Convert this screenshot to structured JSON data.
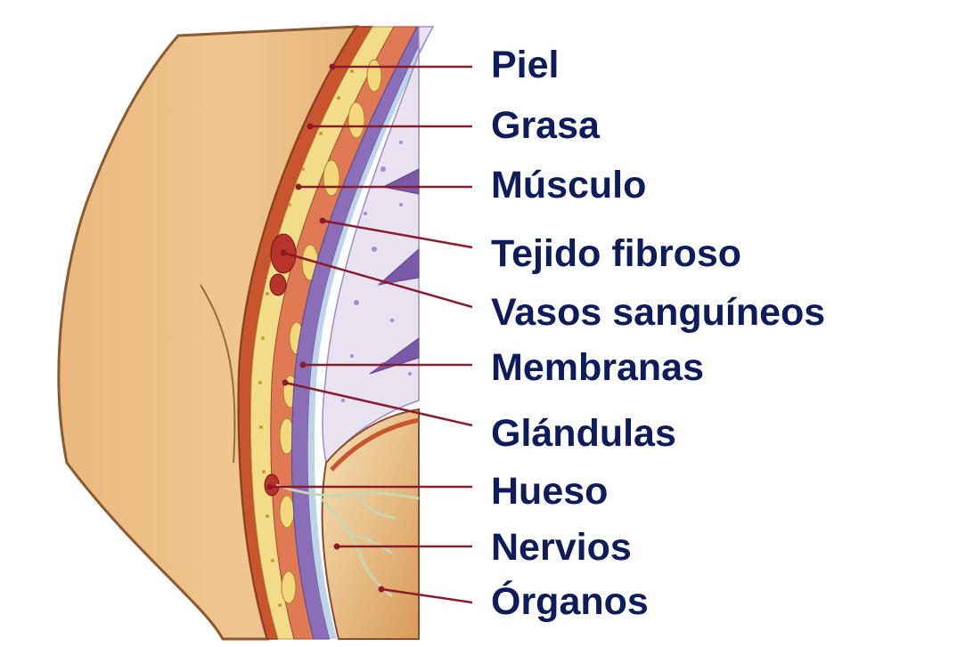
{
  "colors": {
    "label_text": "#0e1c5c",
    "leader_line": "#8b1a2b",
    "skin_outer": "#c8552e",
    "body_fill": "#eec58f",
    "fat": "#f2dc8a",
    "muscle": "#e07a55",
    "fibrous": "#8a6fb8",
    "cavity": "#e9e2f0"
  },
  "labels": [
    {
      "id": "piel",
      "text": "Piel"
    },
    {
      "id": "grasa",
      "text": "Grasa"
    },
    {
      "id": "musculo",
      "text": "Músculo"
    },
    {
      "id": "tejido-fibroso",
      "text": "Tejido fibroso"
    },
    {
      "id": "vasos-sanguineos",
      "text": "Vasos sanguíneos"
    },
    {
      "id": "membranas",
      "text": "Membranas"
    },
    {
      "id": "glandulas",
      "text": "Glándulas"
    },
    {
      "id": "hueso",
      "text": "Hueso"
    },
    {
      "id": "nervios",
      "text": "Nervios"
    },
    {
      "id": "organos",
      "text": "Órganos"
    }
  ]
}
